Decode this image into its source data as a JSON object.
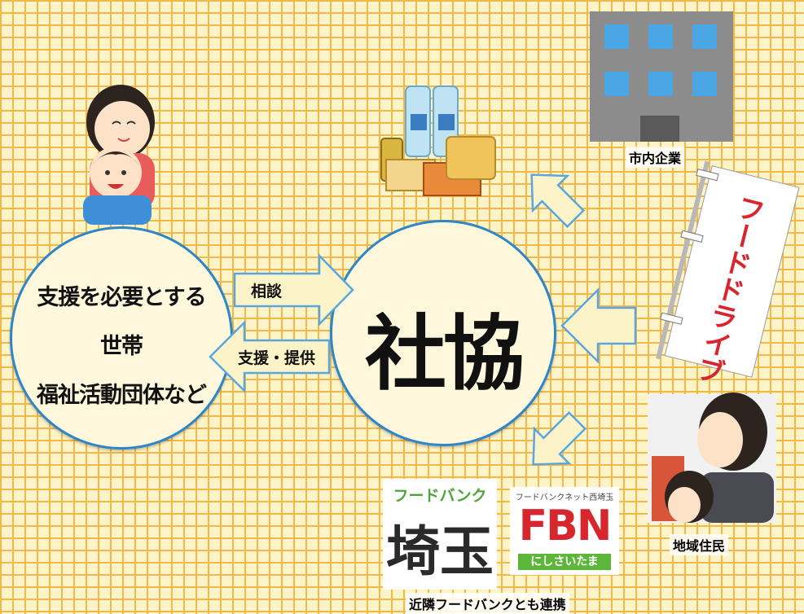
{
  "left_circle": {
    "line1": "支援を必要とする",
    "line2": "世帯",
    "line3": "福祉活動団体など"
  },
  "center_circle": {
    "label": "社協"
  },
  "arrows": {
    "consult": "相談",
    "support": "支援・提供"
  },
  "sources": {
    "company": "市内企業",
    "residents": "地域住民",
    "foodbank_note": "近隣フードバンクとも連携"
  },
  "flag": {
    "text": "フードドライブ"
  },
  "logos": {
    "saitama_top": "フードバンク",
    "saitama_main": "埼玉",
    "fbn_top": "フードバンクネット西埼玉",
    "fbn_main": "FBN",
    "fbn_sub": "にしさいたま"
  },
  "colors": {
    "grid": "#f4b84a",
    "background": "#fff4c8",
    "circle_border": "#2f86c6",
    "arrow_fill": "#fdf3c8",
    "arrow_border": "#5aa6dd",
    "flag_red": "#d8262e",
    "fbn_red": "#d8262e",
    "fbn_green": "#5db53a",
    "saitama_green": "#4ea33a"
  }
}
